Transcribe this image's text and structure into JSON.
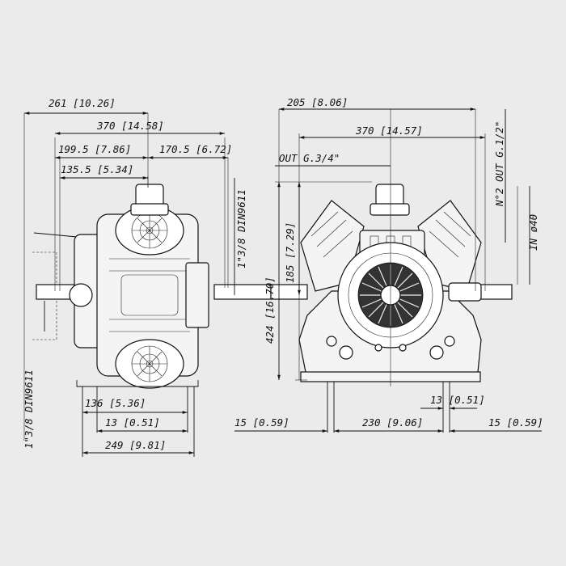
{
  "colors": {
    "background": "#ebebeb",
    "line": "#111111"
  },
  "left_view": {
    "dim_261": "261 [10.26]",
    "dim_370": "370 [14.58]",
    "dim_199": "199.5 [7.86]",
    "dim_170": "170.5 [6.72]",
    "dim_135": "135.5 [5.34]",
    "shaft_right": "1\"3/8 DIN9611",
    "shaft_left": "1\"3/8 DIN9611",
    "dim_136": "136 [5.36]",
    "dim_13": "13 [0.51]",
    "dim_249": "249 [9.81]"
  },
  "right_view": {
    "dim_205": "205 [8.06]",
    "dim_370": "370 [14.57]",
    "out_34": "OUT G.3/4\"",
    "out_12": "N°2 OUT G.1/2\"",
    "in_40": "IN ø40",
    "dim_185": "185 [7.29]",
    "dim_424": "424 [16.70]",
    "dim_13": "13 [0.51]",
    "dim_15_left": "15 [0.59]",
    "dim_230": "230 [9.06]",
    "dim_15_right": "15 [0.59]"
  }
}
